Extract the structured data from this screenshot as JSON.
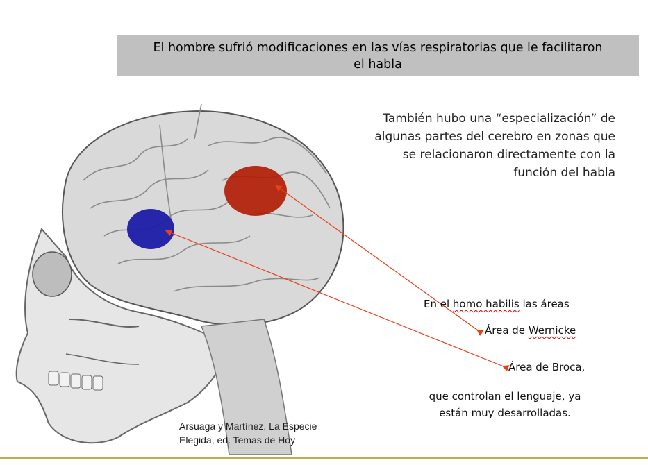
{
  "title": {
    "line1": "El hombre sufrió modificaciones en las vías respiratorias que le facilitaron",
    "line2": "el habla"
  },
  "intro": {
    "line1": "También hubo una “especialización” de",
    "line2": "algunas partes del cerebro en zonas que",
    "line3": "se relacionaron directamente con  la",
    "line4": "función del habla"
  },
  "notes": {
    "areas_pre": "En el ",
    "areas_homo": "homo habilis",
    "areas_post": " las áreas",
    "wernicke_pre": "Área de ",
    "wernicke_name": "Wernicke",
    "broca": "Área de Broca,",
    "control_line1": "que controlan el lenguaje, ya",
    "control_line2": "están muy desarrolladas."
  },
  "credit": {
    "line1": "Arsuaga y Martínez, La Especie",
    "line2": "Elegida, ed. Temas de Hoy"
  },
  "colors": {
    "title_bg": "#c0c0c0",
    "wernicke_area": "#b01a00",
    "broca_area": "#1c1ca8",
    "arrow": "#e8401a",
    "rule": "#c9a84b"
  }
}
